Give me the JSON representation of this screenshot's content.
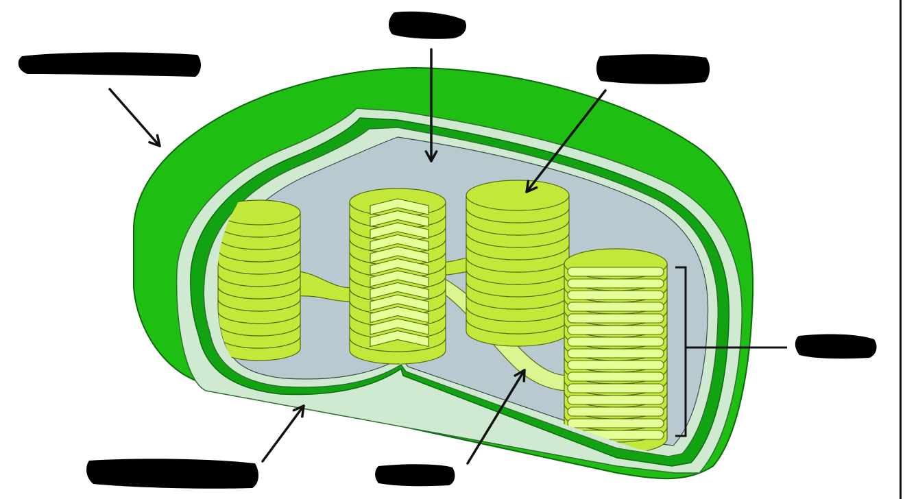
{
  "diagram": {
    "subject": "chloroplast-cutaway",
    "labels": [
      {
        "id": "outer-membrane",
        "text": "",
        "redacted": true
      },
      {
        "id": "stroma",
        "text": "",
        "redacted": true
      },
      {
        "id": "thylakoid",
        "text": "",
        "redacted": true
      },
      {
        "id": "granum",
        "text": "",
        "redacted": true
      },
      {
        "id": "inner-membrane",
        "text": "",
        "redacted": true
      },
      {
        "id": "lamella",
        "text": "",
        "redacted": true
      }
    ],
    "colors": {
      "outer": "#1fbe12",
      "outer_dark": "#12a312",
      "membrane": "#cfead0",
      "stroma": "#b8c9cf",
      "grana": "#c4e83a",
      "grana_light": "#dcf590",
      "thylakoid_light": "#e6ff96",
      "redaction": "#000000"
    }
  }
}
